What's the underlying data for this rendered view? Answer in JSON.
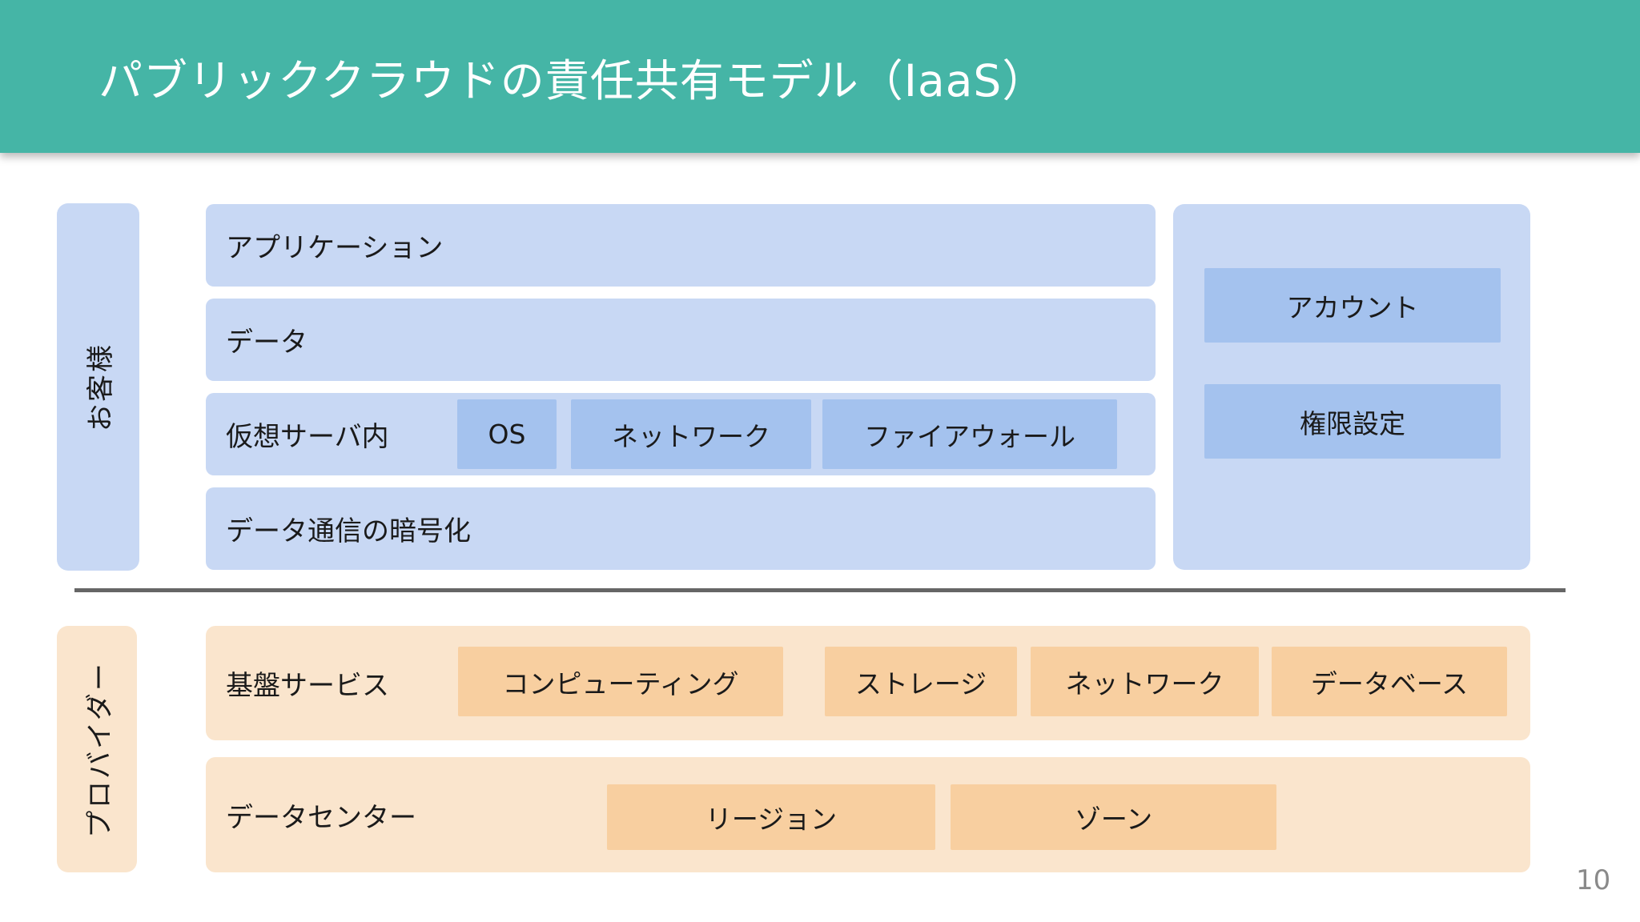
{
  "title": "パブリッククラウドの責任共有モデル（IaaS）",
  "page_number": "10",
  "colors": {
    "header_bg": "#45b5a6",
    "title_text": "#ffffff",
    "body_text": "#1a1a1a",
    "customer_light": "#c8d8f4",
    "customer_medium": "#a4c2ee",
    "provider_light": "#fae5cd",
    "provider_medium": "#f8cfa0",
    "divider": "#666666",
    "page_number_text": "#8a8a8a"
  },
  "customer": {
    "label": "お客様",
    "row_application": "アプリケーション",
    "row_data": "データ",
    "row_vm": {
      "label": "仮想サーバ内",
      "items": [
        "OS",
        "ネットワーク",
        "ファイアウォール"
      ]
    },
    "row_encryption": "データ通信の暗号化",
    "side_panel": {
      "items": [
        "アカウント",
        "権限設定"
      ]
    }
  },
  "provider": {
    "label": "プロバイダー",
    "row_infra": {
      "label": "基盤サービス",
      "items": [
        "コンピューティング",
        "ストレージ",
        "ネットワーク",
        "データベース"
      ]
    },
    "row_datacenter": {
      "label": "データセンター",
      "items": [
        "リージョン",
        "ゾーン"
      ]
    }
  }
}
